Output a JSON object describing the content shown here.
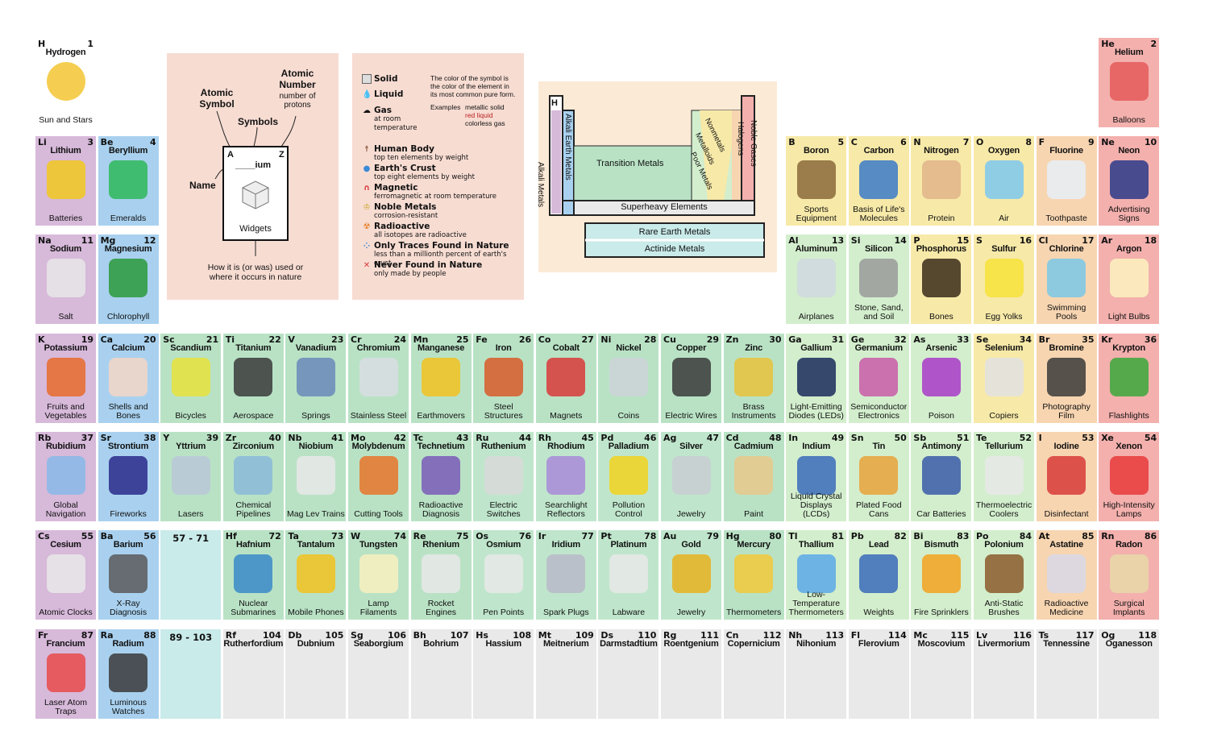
{
  "elements": [
    {
      "z": 1,
      "s": "H",
      "n": "Hydrogen",
      "u": "Sun and Stars",
      "c": "c-top",
      "col": 0,
      "row": 0,
      "ic": "sun-icon",
      "pc": "#f3c532"
    },
    {
      "z": 2,
      "s": "He",
      "n": "Helium",
      "u": "Balloons",
      "c": "c-ng",
      "col": 17,
      "row": 0,
      "ic": "balloons-icon",
      "pc": "#e45a5a"
    },
    {
      "z": 3,
      "s": "Li",
      "n": "Lithium",
      "u": "Batteries",
      "c": "c-alk",
      "col": 0,
      "row": 1,
      "ic": "battery-icon",
      "pc": "#f2c81e"
    },
    {
      "z": 4,
      "s": "Be",
      "n": "Beryllium",
      "u": "Emeralds",
      "c": "c-ae",
      "col": 1,
      "row": 1,
      "ic": "emerald-icon",
      "pc": "#2eb85a"
    },
    {
      "z": 5,
      "s": "B",
      "n": "Boron",
      "u": "Sports Equipment",
      "c": "c-nm",
      "col": 12,
      "row": 1,
      "ic": "racket-icon",
      "pc": "#8a6a3a"
    },
    {
      "z": 6,
      "s": "C",
      "n": "Carbon",
      "u": "Basis of Life's Molecules",
      "c": "c-nm",
      "col": 13,
      "row": 1,
      "ic": "bird-icon",
      "pc": "#3a7ac8"
    },
    {
      "z": 7,
      "s": "N",
      "n": "Nitrogen",
      "u": "Protein",
      "c": "c-nm",
      "col": 14,
      "row": 1,
      "ic": "strongman-icon",
      "pc": "#e0b48a"
    },
    {
      "z": 8,
      "s": "O",
      "n": "Oxygen",
      "u": "Air",
      "c": "c-nm",
      "col": 15,
      "row": 1,
      "ic": "cloud-icon",
      "pc": "#7cc8f0"
    },
    {
      "z": 9,
      "s": "F",
      "n": "Fluorine",
      "u": "Toothpaste",
      "c": "c-hal",
      "col": 16,
      "row": 1,
      "ic": "toothpaste-icon",
      "pc": "#e8eef8"
    },
    {
      "z": 10,
      "s": "Ne",
      "n": "Neon",
      "u": "Advertising Signs",
      "c": "c-ng",
      "col": 17,
      "row": 1,
      "ic": "neon-cup-icon",
      "pc": "#2a3a8a"
    },
    {
      "z": 11,
      "s": "Na",
      "n": "Sodium",
      "u": "Salt",
      "c": "c-alk",
      "col": 0,
      "row": 2,
      "ic": "salt-shaker-icon",
      "pc": "#e6e6e6"
    },
    {
      "z": 12,
      "s": "Mg",
      "n": "Magnesium",
      "u": "Chlorophyll",
      "c": "c-ae",
      "col": 1,
      "row": 2,
      "ic": "leaf-icon",
      "pc": "#2a9a3a"
    },
    {
      "z": 13,
      "s": "Al",
      "n": "Aluminum",
      "u": "Airplanes",
      "c": "c-met",
      "col": 12,
      "row": 2,
      "ic": "airplane-icon",
      "pc": "#cfd8e0"
    },
    {
      "z": 14,
      "s": "Si",
      "n": "Silicon",
      "u": "Stone, Sand, and Soil",
      "c": "c-met",
      "col": 13,
      "row": 2,
      "ic": "rocks-icon",
      "pc": "#9a9a9a"
    },
    {
      "z": 15,
      "s": "P",
      "n": "Phosphorus",
      "u": "Bones",
      "c": "c-nm",
      "col": 14,
      "row": 2,
      "ic": "skeleton-icon",
      "pc": "#3a2a1a"
    },
    {
      "z": 16,
      "s": "S",
      "n": "Sulfur",
      "u": "Egg Yolks",
      "c": "c-nm",
      "col": 15,
      "row": 2,
      "ic": "egg-icon",
      "pc": "#f7e23a"
    },
    {
      "z": 17,
      "s": "Cl",
      "n": "Chlorine",
      "u": "Swimming Pools",
      "c": "c-hal",
      "col": 16,
      "row": 2,
      "ic": "swimmer-icon",
      "pc": "#7ac8e8"
    },
    {
      "z": 18,
      "s": "Ar",
      "n": "Argon",
      "u": "Light Bulbs",
      "c": "c-ng",
      "col": 17,
      "row": 2,
      "ic": "lightbulb-icon",
      "pc": "#fbf3c0"
    },
    {
      "z": 19,
      "s": "K",
      "n": "Potassium",
      "u": "Fruits and Vegetables",
      "c": "c-alk",
      "col": 0,
      "row": 3,
      "ic": "vegetables-icon",
      "pc": "#e86a2a"
    },
    {
      "z": 20,
      "s": "Ca",
      "n": "Calcium",
      "u": "Shells and Bones",
      "c": "c-ae",
      "col": 1,
      "row": 3,
      "ic": "shell-icon",
      "pc": "#f3d6c6"
    },
    {
      "z": 21,
      "s": "Sc",
      "n": "Scandium",
      "u": "Bicycles",
      "c": "c-tm",
      "col": 2,
      "row": 3,
      "ic": "bicycle-icon",
      "pc": "#e8e23a"
    },
    {
      "z": 22,
      "s": "Ti",
      "n": "Titanium",
      "u": "Aerospace",
      "c": "c-tm",
      "col": 3,
      "row": 3,
      "ic": "jet-icon",
      "pc": "#3a3a3a"
    },
    {
      "z": 23,
      "s": "V",
      "n": "Vanadium",
      "u": "Springs",
      "c": "c-tm",
      "col": 4,
      "row": 3,
      "ic": "spring-icon",
      "pc": "#6a8ab8"
    },
    {
      "z": 24,
      "s": "Cr",
      "n": "Chromium",
      "u": "Stainless Steel",
      "c": "c-tm",
      "col": 5,
      "row": 3,
      "ic": "cutlery-icon",
      "pc": "#d8dde2"
    },
    {
      "z": 25,
      "s": "Mn",
      "n": "Manganese",
      "u": "Earthmovers",
      "c": "c-tm",
      "col": 6,
      "row": 3,
      "ic": "bulldozer-icon",
      "pc": "#f2c21e"
    },
    {
      "z": 26,
      "s": "Fe",
      "n": "Iron",
      "u": "Steel Structures",
      "c": "c-tm",
      "col": 7,
      "row": 3,
      "ic": "bridge-icon",
      "pc": "#d85a2a"
    },
    {
      "z": 27,
      "s": "Co",
      "n": "Cobalt",
      "u": "Magnets",
      "c": "c-tm",
      "col": 8,
      "row": 3,
      "ic": "magnet-icon",
      "pc": "#d83a3a"
    },
    {
      "z": 28,
      "s": "Ni",
      "n": "Nickel",
      "u": "Coins",
      "c": "c-tm",
      "col": 9,
      "row": 3,
      "ic": "coins-icon",
      "pc": "#cdd3d8"
    },
    {
      "z": 29,
      "s": "Cu",
      "n": "Copper",
      "u": "Electric Wires",
      "c": "c-tm",
      "col": 10,
      "row": 3,
      "ic": "plug-icon",
      "pc": "#3a3a3a"
    },
    {
      "z": 30,
      "s": "Zn",
      "n": "Zinc",
      "u": "Brass Instruments",
      "c": "c-tm",
      "col": 11,
      "row": 3,
      "ic": "trumpet-icon",
      "pc": "#e8c23a"
    },
    {
      "z": 31,
      "s": "Ga",
      "n": "Gallium",
      "u": "Light-Emitting Diodes (LEDs)",
      "c": "c-met",
      "col": 12,
      "row": 3,
      "ic": "clock-display-icon",
      "pc": "#1a2a5a"
    },
    {
      "z": 32,
      "s": "Ge",
      "n": "Germanium",
      "u": "Semiconductor Electronics",
      "c": "c-met",
      "col": 13,
      "row": 3,
      "ic": "chip-icon",
      "pc": "#c85aa8"
    },
    {
      "z": 33,
      "s": "As",
      "n": "Arsenic",
      "u": "Poison",
      "c": "c-met",
      "col": 14,
      "row": 3,
      "ic": "poison-icon",
      "pc": "#a83ac8"
    },
    {
      "z": 34,
      "s": "Se",
      "n": "Selenium",
      "u": "Copiers",
      "c": "c-nm",
      "col": 15,
      "row": 3,
      "ic": "copier-icon",
      "pc": "#e2e2e2"
    },
    {
      "z": 35,
      "s": "Br",
      "n": "Bromine",
      "u": "Photography Film",
      "c": "c-hal",
      "col": 16,
      "row": 3,
      "ic": "film-icon",
      "pc": "#3a3a3a"
    },
    {
      "z": 36,
      "s": "Kr",
      "n": "Krypton",
      "u": "Flashlights",
      "c": "c-ng",
      "col": 17,
      "row": 3,
      "ic": "flashlight-icon",
      "pc": "#3aa83a"
    },
    {
      "z": 37,
      "s": "Rb",
      "n": "Rubidium",
      "u": "Global Navigation",
      "c": "c-alk",
      "col": 0,
      "row": 4,
      "ic": "satellite-icon",
      "pc": "#8ab8e8"
    },
    {
      "z": 38,
      "s": "Sr",
      "n": "Strontium",
      "u": "Fireworks",
      "c": "c-ae",
      "col": 1,
      "row": 4,
      "ic": "fireworks-icon",
      "pc": "#2a2a8a"
    },
    {
      "z": 39,
      "s": "Y",
      "n": "Yttrium",
      "u": "Lasers",
      "c": "c-tm",
      "col": 2,
      "row": 4,
      "ic": "laser-icon",
      "pc": "#b8c8d8"
    },
    {
      "z": 40,
      "s": "Zr",
      "n": "Zirconium",
      "u": "Chemical Pipelines",
      "c": "c-tm",
      "col": 3,
      "row": 4,
      "ic": "pipeline-icon",
      "pc": "#8ab8d8"
    },
    {
      "z": 41,
      "s": "Nb",
      "n": "Niobium",
      "u": "Mag Lev Trains",
      "c": "c-tm",
      "col": 4,
      "row": 4,
      "ic": "train-icon",
      "pc": "#e8e8e8"
    },
    {
      "z": 42,
      "s": "Mo",
      "n": "Molybdenum",
      "u": "Cutting Tools",
      "c": "c-tm",
      "col": 5,
      "row": 4,
      "ic": "scissors-icon",
      "pc": "#e8742a"
    },
    {
      "z": 43,
      "s": "Tc",
      "n": "Technetium",
      "u": "Radioactive Diagnosis",
      "c": "c-tm",
      "col": 6,
      "row": 4,
      "ic": "heart-scan-icon",
      "pc": "#7a5ab8"
    },
    {
      "z": 44,
      "s": "Ru",
      "n": "Ruthenium",
      "u": "Electric Switches",
      "c": "c-pm",
      "col": 7,
      "row": 4,
      "ic": "switch-icon",
      "pc": "#d8d8d8"
    },
    {
      "z": 45,
      "s": "Rh",
      "n": "Rhodium",
      "u": "Searchlight Reflectors",
      "c": "c-pm",
      "col": 8,
      "row": 4,
      "ic": "searchlight-icon",
      "pc": "#a88ad8"
    },
    {
      "z": 46,
      "s": "Pd",
      "n": "Palladium",
      "u": "Pollution Control",
      "c": "c-pm",
      "col": 9,
      "row": 4,
      "ic": "car-icon",
      "pc": "#f2d21e"
    },
    {
      "z": 47,
      "s": "Ag",
      "n": "Silver",
      "u": "Jewelry",
      "c": "c-pm",
      "col": 10,
      "row": 4,
      "ic": "bracelet-icon",
      "pc": "#c8ccd2"
    },
    {
      "z": 48,
      "s": "Cd",
      "n": "Cadmium",
      "u": "Paint",
      "c": "c-tm",
      "col": 11,
      "row": 4,
      "ic": "palette-icon",
      "pc": "#e8c88a"
    },
    {
      "z": 49,
      "s": "In",
      "n": "Indium",
      "u": "Liquid Crystal Displays (LCDs)",
      "c": "c-met",
      "col": 12,
      "row": 4,
      "ic": "laptop-icon",
      "pc": "#3a6ab8"
    },
    {
      "z": 50,
      "s": "Sn",
      "n": "Tin",
      "u": "Plated Food Cans",
      "c": "c-met",
      "col": 13,
      "row": 4,
      "ic": "can-icon",
      "pc": "#e8a23a"
    },
    {
      "z": 51,
      "s": "Sb",
      "n": "Antimony",
      "u": "Car Batteries",
      "c": "c-met",
      "col": 14,
      "row": 4,
      "ic": "car-battery-icon",
      "pc": "#3a5aa8"
    },
    {
      "z": 52,
      "s": "Te",
      "n": "Tellurium",
      "u": "Thermoelectric Coolers",
      "c": "c-met",
      "col": 15,
      "row": 4,
      "ic": "fridge-icon",
      "pc": "#e8e8e8"
    },
    {
      "z": 53,
      "s": "I",
      "n": "Iodine",
      "u": "Disinfectant",
      "c": "c-hal",
      "col": 16,
      "row": 4,
      "ic": "bottle-icon",
      "pc": "#d83a3a"
    },
    {
      "z": 54,
      "s": "Xe",
      "n": "Xenon",
      "u": "High-Intensity Lamps",
      "c": "c-ng",
      "col": 17,
      "row": 4,
      "ic": "lighthouse-icon",
      "pc": "#e83a3a"
    },
    {
      "z": 55,
      "s": "Cs",
      "n": "Cesium",
      "u": "Atomic Clocks",
      "c": "c-alk",
      "col": 0,
      "row": 5,
      "ic": "atomic-clock-icon",
      "pc": "#e8e8e8"
    },
    {
      "z": 56,
      "s": "Ba",
      "n": "Barium",
      "u": "X-Ray Diagnosis",
      "c": "c-ae",
      "col": 1,
      "row": 5,
      "ic": "xray-icon",
      "pc": "#5a5a5a"
    },
    {
      "z": 72,
      "s": "Hf",
      "n": "Hafnium",
      "u": "Nuclear Submarines",
      "c": "c-tm",
      "col": 3,
      "row": 5,
      "ic": "submarine-icon",
      "pc": "#3a8ac8"
    },
    {
      "z": 73,
      "s": "Ta",
      "n": "Tantalum",
      "u": "Mobile Phones",
      "c": "c-tm",
      "col": 4,
      "row": 5,
      "ic": "phone-icon",
      "pc": "#f2c21e"
    },
    {
      "z": 74,
      "s": "W",
      "n": "Tungsten",
      "u": "Lamp Filaments",
      "c": "c-tm",
      "col": 5,
      "row": 5,
      "ic": "filament-bulb-icon",
      "pc": "#f8f0c0"
    },
    {
      "z": 75,
      "s": "Re",
      "n": "Rhenium",
      "u": "Rocket Engines",
      "c": "c-tm",
      "col": 6,
      "row": 5,
      "ic": "rocket-icon",
      "pc": "#e8e8e8"
    },
    {
      "z": 76,
      "s": "Os",
      "n": "Osmium",
      "u": "Pen Points",
      "c": "c-pm",
      "col": 7,
      "row": 5,
      "ic": "pen-icon",
      "pc": "#e8e8e8"
    },
    {
      "z": 77,
      "s": "Ir",
      "n": "Iridium",
      "u": "Spark Plugs",
      "c": "c-pm",
      "col": 8,
      "row": 5,
      "ic": "spark-plug-icon",
      "pc": "#b8b8c8"
    },
    {
      "z": 78,
      "s": "Pt",
      "n": "Platinum",
      "u": "Labware",
      "c": "c-pm",
      "col": 9,
      "row": 5,
      "ic": "labware-icon",
      "pc": "#e8e8e8"
    },
    {
      "z": 79,
      "s": "Au",
      "n": "Gold",
      "u": "Jewelry",
      "c": "c-pm",
      "col": 10,
      "row": 5,
      "ic": "crown-icon",
      "pc": "#e8b21e"
    },
    {
      "z": 80,
      "s": "Hg",
      "n": "Mercury",
      "u": "Thermometers",
      "c": "c-tm",
      "col": 11,
      "row": 5,
      "ic": "thermometer-icon",
      "pc": "#f2c83a"
    },
    {
      "z": 81,
      "s": "Tl",
      "n": "Thallium",
      "u": "Low-Temperature Thermometers",
      "c": "c-met",
      "col": 12,
      "row": 5,
      "ic": "snowflake-icon",
      "pc": "#5aa8e8"
    },
    {
      "z": 82,
      "s": "Pb",
      "n": "Lead",
      "u": "Weights",
      "c": "c-met",
      "col": 13,
      "row": 5,
      "ic": "dumbbell-icon",
      "pc": "#3a6ab8"
    },
    {
      "z": 83,
      "s": "Bi",
      "n": "Bismuth",
      "u": "Fire Sprinklers",
      "c": "c-met",
      "col": 14,
      "row": 5,
      "ic": "sprinkler-icon",
      "pc": "#f2a21e"
    },
    {
      "z": 84,
      "s": "Po",
      "n": "Polonium",
      "u": "Anti-Static Brushes",
      "c": "c-met",
      "col": 15,
      "row": 5,
      "ic": "brush-icon",
      "pc": "#8a5a2a"
    },
    {
      "z": 85,
      "s": "At",
      "n": "Astatine",
      "u": "Radioactive Medicine",
      "c": "c-hal",
      "col": 16,
      "row": 5,
      "ic": "syringe-icon",
      "pc": "#d8d8e8"
    },
    {
      "z": 86,
      "s": "Rn",
      "n": "Radon",
      "u": "Surgical Implants",
      "c": "c-ng",
      "col": 17,
      "row": 5,
      "ic": "implant-icon",
      "pc": "#e8d8a8"
    },
    {
      "z": 87,
      "s": "Fr",
      "n": "Francium",
      "u": "Laser Atom Traps",
      "c": "c-alk",
      "col": 0,
      "row": 6,
      "ic": "atom-trap-icon",
      "pc": "#e84a4a"
    },
    {
      "z": 88,
      "s": "Ra",
      "n": "Radium",
      "u": "Luminous Watches",
      "c": "c-ae",
      "col": 1,
      "row": 6,
      "ic": "watch-icon",
      "pc": "#3a3a3a"
    },
    {
      "z": 104,
      "s": "Rf",
      "n": "Rutherfordium",
      "u": "",
      "c": "c-sh",
      "col": 3,
      "row": 6,
      "ic": "",
      "pc": ""
    },
    {
      "z": 105,
      "s": "Db",
      "n": "Dubnium",
      "u": "",
      "c": "c-sh",
      "col": 4,
      "row": 6,
      "ic": "",
      "pc": ""
    },
    {
      "z": 106,
      "s": "Sg",
      "n": "Seaborgium",
      "u": "",
      "c": "c-sh",
      "col": 5,
      "row": 6,
      "ic": "",
      "pc": ""
    },
    {
      "z": 107,
      "s": "Bh",
      "n": "Bohrium",
      "u": "",
      "c": "c-sh",
      "col": 6,
      "row": 6,
      "ic": "",
      "pc": ""
    },
    {
      "z": 108,
      "s": "Hs",
      "n": "Hassium",
      "u": "",
      "c": "c-sh",
      "col": 7,
      "row": 6,
      "ic": "",
      "pc": ""
    },
    {
      "z": 109,
      "s": "Mt",
      "n": "Meitnerium",
      "u": "",
      "c": "c-sh",
      "col": 8,
      "row": 6,
      "ic": "",
      "pc": ""
    },
    {
      "z": 110,
      "s": "Ds",
      "n": "Darmstadtium",
      "u": "",
      "c": "c-sh",
      "col": 9,
      "row": 6,
      "ic": "",
      "pc": ""
    },
    {
      "z": 111,
      "s": "Rg",
      "n": "Roentgenium",
      "u": "",
      "c": "c-sh",
      "col": 10,
      "row": 6,
      "ic": "",
      "pc": ""
    },
    {
      "z": 112,
      "s": "Cn",
      "n": "Copernicium",
      "u": "",
      "c": "c-sh",
      "col": 11,
      "row": 6,
      "ic": "",
      "pc": ""
    },
    {
      "z": 113,
      "s": "Nh",
      "n": "Nihonium",
      "u": "",
      "c": "c-sh",
      "col": 12,
      "row": 6,
      "ic": "",
      "pc": ""
    },
    {
      "z": 114,
      "s": "Fl",
      "n": "Flerovium",
      "u": "",
      "c": "c-sh",
      "col": 13,
      "row": 6,
      "ic": "",
      "pc": ""
    },
    {
      "z": 115,
      "s": "Mc",
      "n": "Moscovium",
      "u": "",
      "c": "c-sh",
      "col": 14,
      "row": 6,
      "ic": "",
      "pc": ""
    },
    {
      "z": 116,
      "s": "Lv",
      "n": "Livermorium",
      "u": "",
      "c": "c-sh",
      "col": 15,
      "row": 6,
      "ic": "",
      "pc": ""
    },
    {
      "z": 117,
      "s": "Ts",
      "n": "Tennessine",
      "u": "",
      "c": "c-sh",
      "col": 16,
      "row": 6,
      "ic": "",
      "pc": ""
    },
    {
      "z": 118,
      "s": "Og",
      "n": "Oganesson",
      "u": "",
      "c": "c-sh",
      "col": 17,
      "row": 6,
      "ic": "",
      "pc": ""
    }
  ],
  "gaps": [
    {
      "label": "57 - 71",
      "col": 2,
      "row": 5
    },
    {
      "label": "89 - 103",
      "col": 2,
      "row": 6
    }
  ],
  "key": {
    "atomic_symbol": "Atomic Symbol",
    "atomic_number": "Atomic Number",
    "atomic_number_sub": "number of protons",
    "symbols": "Symbols",
    "name": "Name",
    "card_symbol": "A",
    "card_number": "Z",
    "card_name": "____ium",
    "card_use": "Widgets",
    "caption": "How it is (or was) used or where it occurs in nature"
  },
  "legend": {
    "solid": "Solid",
    "liquid": "Liquid",
    "gas": "Gas",
    "gas_sub": "at room temperature",
    "color_note": "The color of the symbol is the color of the element in its most common pure form.",
    "examples": "Examples",
    "ex1": "metallic solid",
    "ex2": "red liquid",
    "ex3": "colorless gas",
    "items": [
      {
        "icon": "human-body-icon",
        "glyph": "☨",
        "color": "#7a4a2a",
        "label": "Human Body",
        "sub": "top ten elements by weight"
      },
      {
        "icon": "earth-icon",
        "glyph": "●",
        "color": "#3a8ad8",
        "label": "Earth's Crust",
        "sub": "top eight elements by weight"
      },
      {
        "icon": "magnet-icon",
        "glyph": "∩",
        "color": "#d83a3a",
        "label": "Magnetic",
        "sub": "ferromagnetic at room temperature"
      },
      {
        "icon": "crown-icon",
        "glyph": "♔",
        "color": "#c8a21e",
        "label": "Noble Metals",
        "sub": "corrosion-resistant"
      },
      {
        "icon": "radioactive-icon",
        "glyph": "☢",
        "color": "#e87a1e",
        "label": "Radioactive",
        "sub": "all isotopes are radioactive"
      },
      {
        "icon": "traces-icon",
        "glyph": "⁘",
        "color": "#3a8ad8",
        "label": "Only Traces Found in Nature",
        "sub": "less than a millionth percent of earth's crust"
      },
      {
        "icon": "never-found-icon",
        "glyph": "✕",
        "color": "#d83a3a",
        "label": "Never Found in Nature",
        "sub": "only made by people"
      }
    ]
  },
  "map": {
    "h": "H",
    "alkali_metals": "Alkali Metals",
    "alkali_earth": "Alkali Earth Metals",
    "transition": "Transition Metals",
    "poor": "Poor Metals",
    "metalloids": "Metalloids",
    "nonmetals": "Nonmetals",
    "halogens": "Halogens",
    "noble": "Noble Gases",
    "superheavy": "Superheavy Elements",
    "rare_earth": "Rare Earth Metals",
    "actinide": "Actinide Metals"
  },
  "colors": {
    "alkali": "#d7b9da",
    "alkali_earth": "#a9d1ef",
    "transition": "#b9e2c5",
    "poor": "#d3eecd",
    "nonmetal": "#f7e9a8",
    "halogen": "#f7d5b1",
    "noble": "#f3b0ad",
    "superheavy": "#e9e9e9"
  }
}
